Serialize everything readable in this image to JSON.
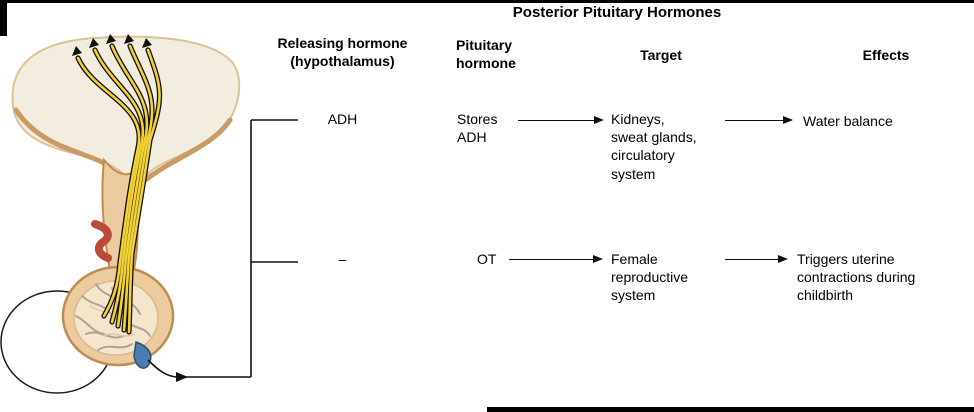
{
  "figure": {
    "title": "Posterior Pituitary Hormones",
    "headers": {
      "releasing": "Releasing hormone\n(hypothalamus)",
      "pituitary": "Pituitary\nhormone",
      "target": "Target",
      "effects": "Effects"
    },
    "rows": [
      {
        "releasing": "ADH",
        "pituitary": "Stores\nADH",
        "target": "Kidneys,\nsweat glands,\ncirculatory\nsystem",
        "effects": "Water balance"
      },
      {
        "releasing": "–",
        "pituitary": "OT",
        "target": "Female\nreproductive\nsystem",
        "effects": "Triggers uterine\ncontractions during\nchildbirth"
      }
    ],
    "illustration": {
      "label": "hypothalamus-and-posterior-pituitary-drawing",
      "colors": {
        "cream": "#f2edde",
        "tan": "#eccb9e",
        "tan_outline": "#c08b52",
        "fiber_yellow": "#f3d235",
        "vessel_red": "#bc4a39",
        "vessel_blue": "#4a7cad",
        "line": "#000000"
      }
    }
  }
}
